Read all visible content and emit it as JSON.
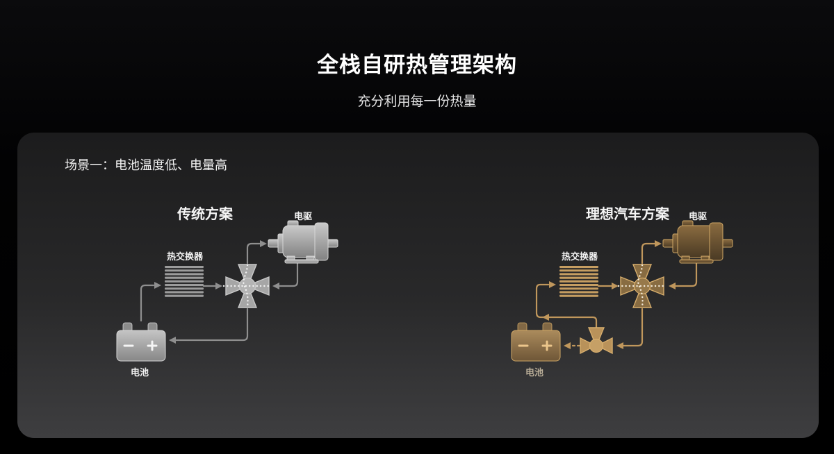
{
  "title": "全栈自研热管理架构",
  "subtitle": "充分利用每一份热量",
  "panel": {
    "scenario_label": "场景一：电池温度低、电量高"
  },
  "diagrams": {
    "traditional": {
      "heading": "传统方案",
      "labels": {
        "motor": "电驱",
        "heat_exchanger": "热交换器",
        "battery": "电池"
      },
      "theme_color": "#9a9a9a",
      "line_color": "#8f8f8f",
      "flow": "battery → heat-exchanger → four-way-valve → motor → four-way-valve → battery"
    },
    "liauto": {
      "heading": "理想汽车方案",
      "labels": {
        "motor": "电驱",
        "heat_exchanger": "热交换器",
        "battery": "电池"
      },
      "theme_color": "#c49c60",
      "line_color": "#c0975c",
      "flow": "three-way-valve → heat-exchanger → four-way-valve → motor → four-way-valve → three-way-valve ⇢ battery (dashed)"
    }
  },
  "icons": [
    "motor-icon",
    "heat-exchanger-icon",
    "four-way-valve-icon",
    "three-way-valve-icon",
    "battery-icon",
    "flow-arrow"
  ],
  "colors": {
    "background": "#000000",
    "panel_top": "#1c1c1d",
    "panel_bottom": "#3e3e40",
    "title_text": "#ffffff",
    "dotted_flow": "#f0f0f0"
  }
}
